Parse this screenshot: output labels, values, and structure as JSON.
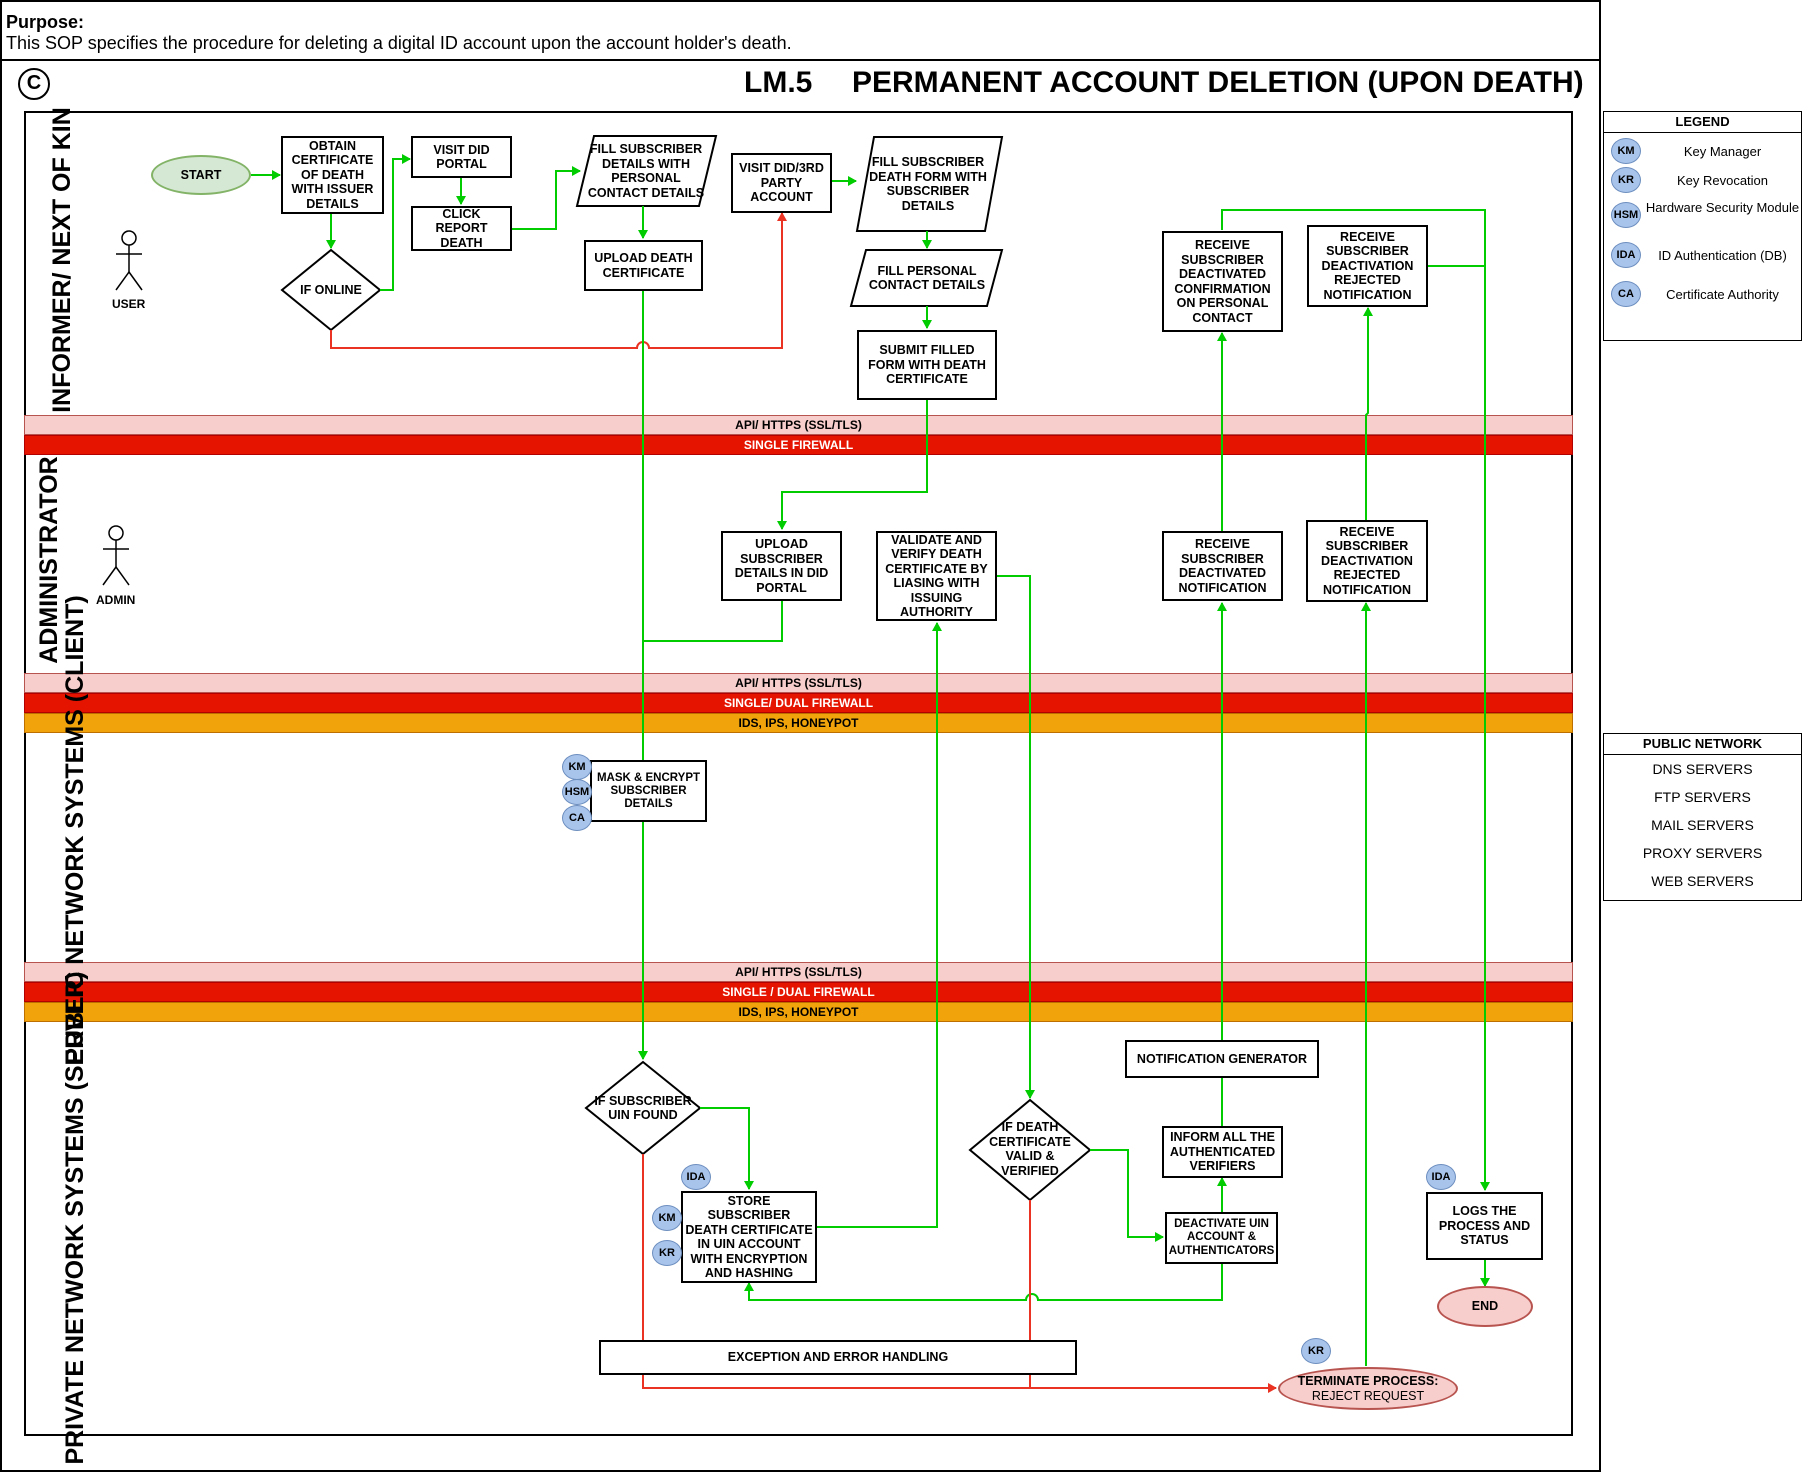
{
  "purpose": {
    "heading": "Purpose:",
    "text": "This SOP specifies the procedure for deleting a digital ID account upon the account holder's death."
  },
  "copyright_symbol": "C",
  "title": {
    "code": "LM.5",
    "text": "PERMANENT ACCOUNT DELETION (UPON DEATH)"
  },
  "lanes": {
    "informer": "INFORMER/\nNEXT OF KIN",
    "admin": "ADMINISTRATOR",
    "public": "PUBLIC NETWORK\nSYSTEMS (CLIENT)",
    "private": "PRIVATE NETWORK\nSYSTEMS (SERVER)"
  },
  "actors": {
    "user": "USER",
    "admin": "ADMIN"
  },
  "bands": {
    "api1": "API/ HTTPS (SSL/TLS)",
    "fw1": "SINGLE  FIREWALL",
    "api2": "API/ HTTPS (SSL/TLS)",
    "fw2": "SINGLE/ DUAL FIREWALL",
    "ids2": "IDS, IPS, HONEYPOT",
    "api3": "API/ HTTPS (SSL/TLS)",
    "fw3": "SINGLE / DUAL FIREWALL",
    "ids3": "IDS, IPS, HONEYPOT"
  },
  "nodes": {
    "start": "START",
    "obtain_cert": "OBTAIN CERTIFICATE OF DEATH WITH ISSUER DETAILS",
    "if_online": "IF ONLINE",
    "visit_portal": "VISIT DID PORTAL",
    "click_report": "CLICK REPORT DEATH",
    "fill_subscriber_details": "FILL SUBSCRIBER DETAILS WITH PERSONAL CONTACT DETAILS",
    "upload_death_cert": "UPLOAD DEATH CERTIFICATE",
    "visit_party": "VISIT DID/3RD PARTY ACCOUNT",
    "fill_death_form": "FILL SUBSCRIBER DEATH FORM WITH SUBSCRIBER DETAILS",
    "fill_personal_contact": "FILL PERSONAL CONTACT DETAILS",
    "submit_form": "SUBMIT FILLED FORM WITH DEATH CERTIFICATE",
    "receive_confirmation": "RECEIVE SUBSCRIBER DEACTIVATED CONFIRMATION ON PERSONAL CONTACT",
    "receive_rejected_user": "RECEIVE SUBSCRIBER DEACTIVATION REJECTED NOTIFICATION",
    "upload_subscriber_details": "UPLOAD SUBSCRIBER DETAILS IN DID PORTAL",
    "validate_verify": "VALIDATE AND VERIFY DEATH CERTIFICATE BY LIASING WITH ISSUING AUTHORITY",
    "receive_deactivated_admin": "RECEIVE SUBSCRIBER DEACTIVATED NOTIFICATION",
    "receive_rejected_admin": "RECEIVE SUBSCRIBER DEACTIVATION REJECTED NOTIFICATION",
    "mask_encrypt": "MASK & ENCRYPT SUBSCRIBER DETAILS",
    "if_uin_found": "IF SUBSCRIBER UIN FOUND",
    "store_cert": "STORE SUBSCRIBER DEATH CERTIFICATE IN UIN ACCOUNT WITH ENCRYPTION AND HASHING",
    "if_cert_valid": "IF DEATH CERTIFICATE VALID & VERIFIED",
    "notification_generator": "NOTIFICATION GENERATOR",
    "inform_verifiers": "INFORM ALL THE AUTHENTICATED VERIFIERS",
    "deactivate_uin": "DEACTIVATE UIN ACCOUNT & AUTHENTICATORS",
    "logs": "LOGS THE PROCESS AND STATUS",
    "end": "END",
    "exception": "EXCEPTION AND ERROR HANDLING",
    "terminate_title": "TERMINATE PROCESS:",
    "terminate_sub": "REJECT REQUEST"
  },
  "badges": {
    "mask_km": "KM",
    "mask_hsm": "HSM",
    "mask_ca": "CA",
    "store_ida": "IDA",
    "store_km": "KM",
    "store_kr": "KR",
    "logs_ida": "IDA",
    "terminate_kr": "KR"
  },
  "legend": {
    "title": "LEGEND",
    "items": [
      {
        "code": "KM",
        "label": "Key Manager"
      },
      {
        "code": "KR",
        "label": "Key Revocation"
      },
      {
        "code": "HSM",
        "label": "Hardware Security Module"
      },
      {
        "code": "IDA",
        "label": "ID Authentication (DB)"
      },
      {
        "code": "CA",
        "label": "Certificate Authority"
      }
    ]
  },
  "public_network": {
    "title": "PUBLIC NETWORK",
    "servers": [
      "DNS SERVERS",
      "FTP SERVERS",
      "MAIL SERVERS",
      "PROXY SERVERS",
      "WEB SERVERS"
    ]
  },
  "colors": {
    "flow_green": "#00cc00",
    "flow_red": "#ea3323",
    "badge_fill": "#a9c4eb",
    "start_fill": "#d5e8d4",
    "end_fill": "#f8cecc",
    "api_band": "#f8cecc",
    "firewall_band": "#e51400",
    "ids_band": "#f0a30a"
  }
}
